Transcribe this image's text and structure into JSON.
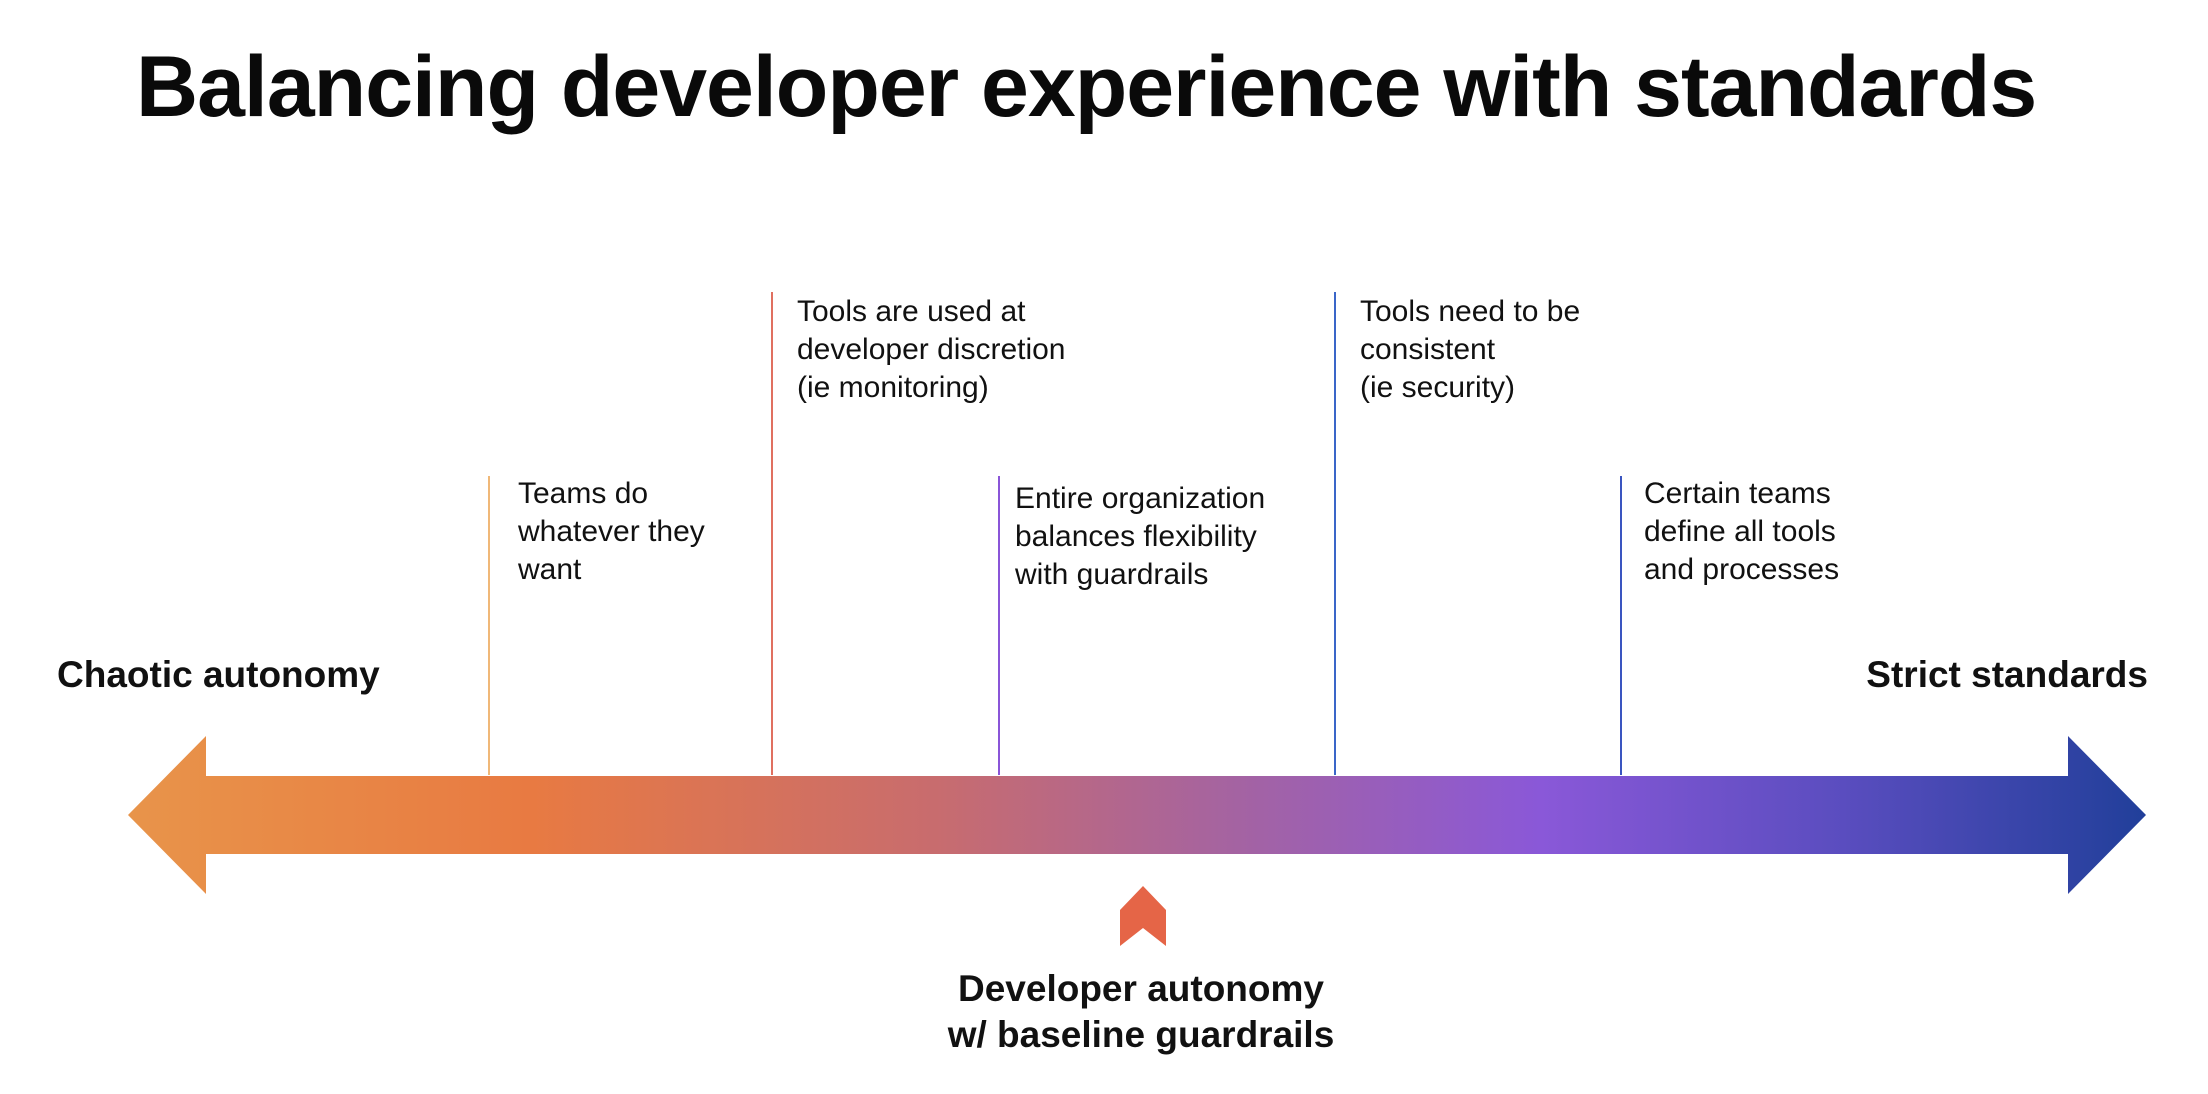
{
  "title": "Balancing developer experience with standards",
  "ends": {
    "left": "Chaotic autonomy",
    "right": "Strict standards"
  },
  "markers": [
    {
      "lines": [
        "Teams do",
        "whatever they",
        "want"
      ],
      "color": "#F0B878"
    },
    {
      "lines": [
        "Tools are used at",
        "developer discretion",
        "(ie monitoring)"
      ],
      "color": "#E07060"
    },
    {
      "lines": [
        "Entire organization",
        "balances flexibility",
        "with guardrails"
      ],
      "color": "#8A55D8"
    },
    {
      "lines": [
        "Tools need to be",
        "consistent",
        "(ie security)"
      ],
      "color": "#3A66C8"
    },
    {
      "lines": [
        "Certain teams",
        "define all tools",
        "and processes"
      ],
      "color": "#3A55C0"
    }
  ],
  "pointer": {
    "lines": [
      "Developer autonomy",
      "w/ baseline guardrails"
    ],
    "icon": "chevron-up-icon",
    "color": "#E56547"
  },
  "gradient": {
    "stops": [
      "#E8944A",
      "#E87A42",
      "#C06A78",
      "#A063A8",
      "#8858D8",
      "#5A4CC0",
      "#213F9A"
    ]
  }
}
